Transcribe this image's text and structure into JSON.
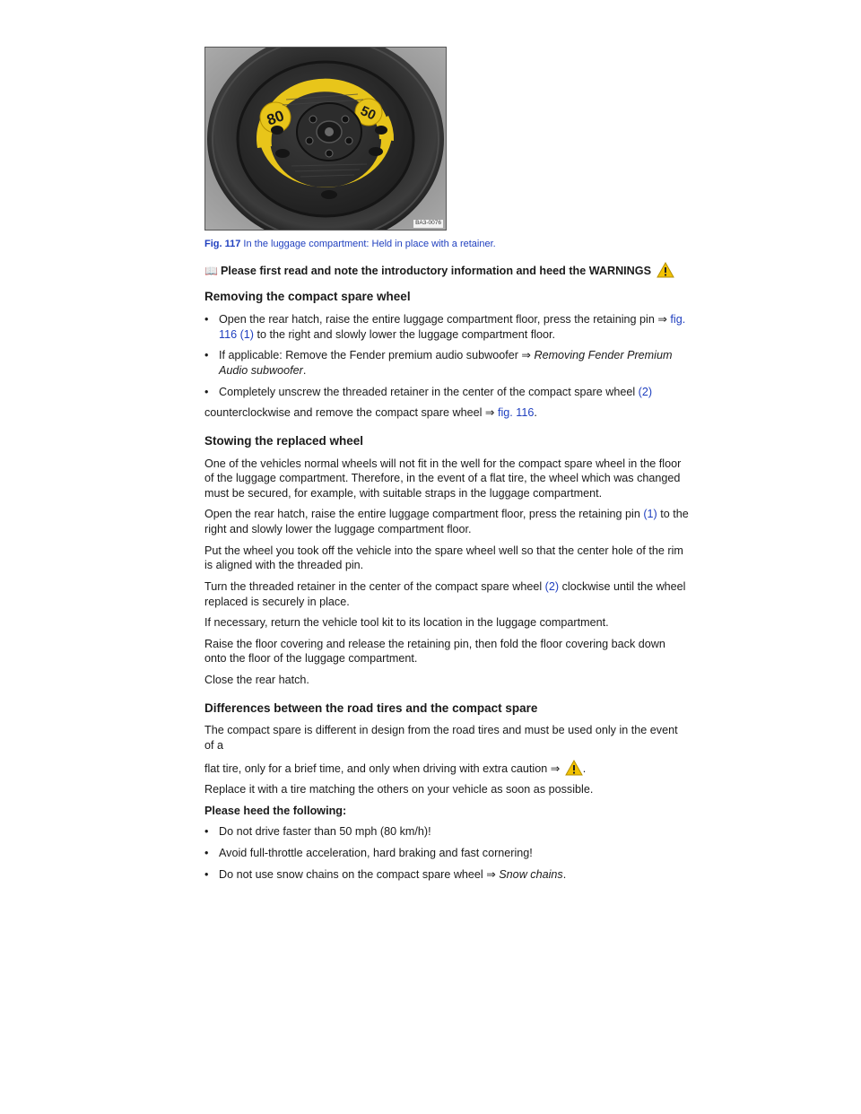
{
  "figure": {
    "code": "BA3-0076",
    "tire_labels": {
      "left": "80",
      "right": "50"
    },
    "caption_label": "Fig. 117",
    "caption_text": "In the luggage compartment: Held in place with a retainer."
  },
  "intro": {
    "icon": "book-icon",
    "text": "Please first read and note the introductory information and heed the WARNINGS"
  },
  "section1": {
    "heading": "Removing the compact spare wheel",
    "b1": {
      "text1": "Open the rear hatch, raise the entire luggage compartment floor, press the retaining pin ⇒",
      "link": "fig. 116",
      "ref": "(1)",
      "text2": "to the right and slowly lower the luggage compartment floor."
    },
    "b2": {
      "text1": "If applicable: Remove the Fender premium audio subwoofer ⇒",
      "italic": "Removing Fender Premium Audio subwoofer",
      "text2": "."
    },
    "b3": {
      "text1": "Completely unscrew the threaded retainer in the center of the compact spare wheel",
      "ref": "(2)"
    },
    "cont": {
      "text1": "counterclockwise and remove the compact spare wheel ⇒",
      "link": "fig. 116",
      "text2": "."
    }
  },
  "section2": {
    "heading": "Stowing the replaced wheel",
    "p1": "One of the vehicles normal wheels will not fit in the well for the compact spare wheel in the floor of the luggage compartment. Therefore, in the event of a flat tire, the wheel which was changed must be secured, for example, with suitable straps in the luggage compartment.",
    "p2": {
      "text1": "Open the rear hatch, raise the entire luggage compartment floor, press the retaining pin",
      "ref": "(1)",
      "text2": "to the right and slowly lower the luggage compartment floor."
    },
    "p3": "Put the wheel you took off the vehicle into the spare wheel well so that the center hole of the rim is aligned with the threaded pin.",
    "p4": {
      "text1": "Turn the threaded retainer in the center of the compact spare wheel",
      "ref": "(2)",
      "text2": "clockwise until the wheel replaced is securely in place."
    },
    "p5": "If necessary, return the vehicle tool kit to its location in the luggage compartment.",
    "p6": "Raise the floor covering and release the retaining pin, then fold the floor covering back down onto the floor of the luggage compartment.",
    "p7": "Close the rear hatch."
  },
  "section3": {
    "heading": "Differences between the road tires and the compact spare",
    "p1": "The compact spare is different in design from the road tires and must be used only in the event of a",
    "p2": "flat tire, only for a brief time, and only when driving with extra caution ⇒",
    "p2_end": ".",
    "p3": "Replace it with a tire matching the others on your vehicle as soon as possible.",
    "p4": "Please heed the following:",
    "b1": "Do not drive faster than 50 mph (80 km/h)!",
    "b2": "Avoid full-throttle acceleration, hard braking and fast cornering!",
    "b3": {
      "text1": "Do not use snow chains on the compact spare wheel ⇒",
      "italic": "Snow chains",
      "text2": "."
    }
  },
  "colors": {
    "link": "#1f3fbf",
    "warning": "#f2c200",
    "label_yellow": "#e8c51a"
  }
}
